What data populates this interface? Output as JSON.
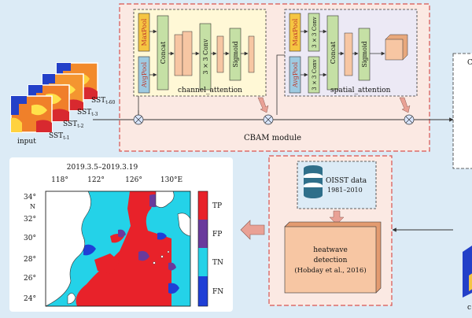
{
  "input": {
    "label": "input",
    "sst_labels": [
      "SST",
      "SST",
      "SST",
      "SST"
    ],
    "sst_subscripts": [
      "t-60",
      "t-3",
      "t-2",
      "t-1"
    ]
  },
  "cbam": {
    "module_label": "CBAM module",
    "channel": {
      "label": "channel_attention",
      "maxpool": "MaxPool",
      "avgpool": "AvgPool",
      "concat": "Concat",
      "conv": "3 × 3 Conv",
      "sigmoid": "Sigmoid"
    },
    "spatial": {
      "label": "spatial_attention",
      "maxpool": "MaxPool",
      "avgpool": "AvgPool",
      "conv_top": "3 × 3 Conv",
      "conv_bottom": "3 × 3 Conv",
      "concat": "Concat",
      "sigmoid": "Sigmoid"
    }
  },
  "detection": {
    "db_label_line1": "OISST data",
    "db_label_line2": "1981–2010",
    "heatwave_line1": "heatwave",
    "heatwave_line2": "detection",
    "heatwave_line3": "(Hobday et al., 2016)"
  },
  "map": {
    "title": "2019.3.5–2019.3.19",
    "lon_labels": [
      "118°",
      "122°",
      "126°",
      "130°E"
    ],
    "lat_labels": [
      "34°",
      "32°",
      "30°",
      "28°",
      "26°",
      "24°"
    ],
    "lat_axis_letter": "N",
    "legend": [
      {
        "label": "TP",
        "color": "#e8222a"
      },
      {
        "label": "FP",
        "color": "#6a3a9c"
      },
      {
        "label": "TN",
        "color": "#24d2e8"
      },
      {
        "label": "FN",
        "color": "#1f3fd6"
      }
    ]
  },
  "right_edge": {
    "label_top": "C",
    "label_bottom": "c"
  },
  "colors": {
    "panel_border": "#d9534f",
    "panel_fill": "#fbe9e3",
    "pool_fill": "#f5c542",
    "avg_fill": "#9ecae1",
    "green_fill": "#c5e0a5",
    "peach_fill": "#f7c6a3",
    "arrow_fill": "#e9a195"
  }
}
